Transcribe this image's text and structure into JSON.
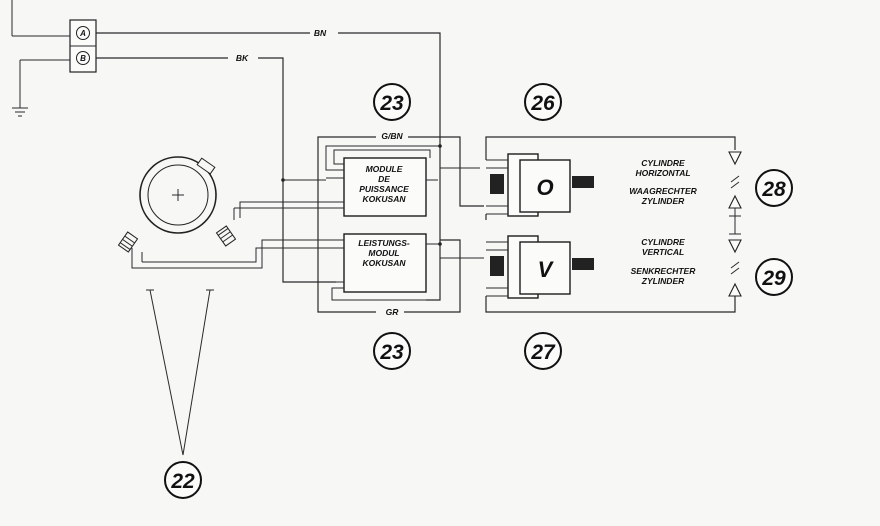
{
  "connector": {
    "pin_a": "A",
    "pin_b": "B"
  },
  "wires": {
    "bn": "BN",
    "bk": "BK",
    "gbn": "G/BN",
    "gr": "GR"
  },
  "module_top": {
    "line1": "MODULE",
    "line2": "DE",
    "line3": "PUISSANCE",
    "line4": "KOKUSAN"
  },
  "module_bottom": {
    "line1": "LEISTUNGS-",
    "line2": "MODUL",
    "line3": "KOKUSAN"
  },
  "coil_top": {
    "letter": "O"
  },
  "coil_bottom": {
    "letter": "V"
  },
  "cylinder_h": {
    "fr1": "CYLINDRE",
    "fr2": "HORIZONTAL",
    "de1": "WAAGRECHTER",
    "de2": "ZYLINDER"
  },
  "cylinder_v": {
    "fr1": "CYLINDRE",
    "fr2": "VERTICAL",
    "de1": "SENKRECHTER",
    "de2": "ZYLINDER"
  },
  "callouts": {
    "c23_top": "23",
    "c26": "26",
    "c28": "28",
    "c29": "29",
    "c23_bottom": "23",
    "c27": "27",
    "c22": "22"
  },
  "icons": [
    "ground-icon",
    "flywheel-icon",
    "pickup-sensor-icon",
    "spark-plug-icon",
    "ignition-coil-icon"
  ]
}
